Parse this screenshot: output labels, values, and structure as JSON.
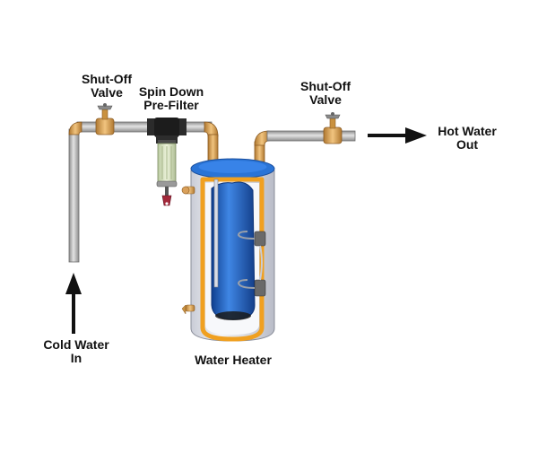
{
  "labels": {
    "shutoff_left": [
      "Shut-Off",
      "Valve"
    ],
    "prefilter": [
      "Spin Down",
      "Pre-Filter"
    ],
    "shutoff_right": [
      "Shut-Off",
      "Valve"
    ],
    "hot_water_out": [
      "Hot Water",
      "Out"
    ],
    "cold_water_in": [
      "Cold Water",
      "In"
    ],
    "water_heater": "Water Heater"
  },
  "colors": {
    "pipe": "#b9b9b9",
    "pipe_edge": "#6f6f6f",
    "brass": "#d9a05a",
    "brass_edge": "#8a5a22",
    "tank_shell": "#e4e7ee",
    "tank_top": "#2a74d6",
    "tank_inner": "#1e5bb8",
    "insulation": "#f0a020",
    "arrow": "#111111"
  }
}
